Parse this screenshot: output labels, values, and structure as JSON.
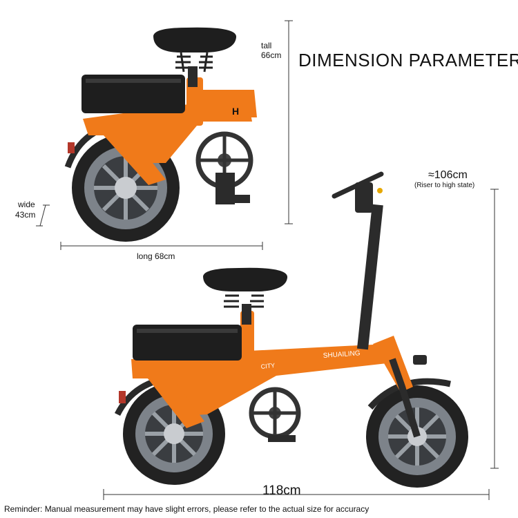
{
  "title": "DIMENSION PARAMETER",
  "folded": {
    "tall_label": "tall",
    "tall_value": "66cm",
    "wide_label": "wide",
    "wide_value": "43cm",
    "long_label": "long 68cm"
  },
  "unfolded": {
    "height_value": "≈106cm",
    "height_note": "(Riser to high state)",
    "length_value": "118cm"
  },
  "frame_text": {
    "brand": "SHUAILING",
    "model": "CITY",
    "brand_short": "H"
  },
  "reminder": "Reminder: Manual measurement may have slight errors, please refer to the actual size for accuracy",
  "colors": {
    "frame_orange": "#f07a1a",
    "tire_dark": "#222222",
    "rim_gray": "#8a8f95",
    "battery_black": "#1e1e1e",
    "dimension_line": "#333333"
  }
}
